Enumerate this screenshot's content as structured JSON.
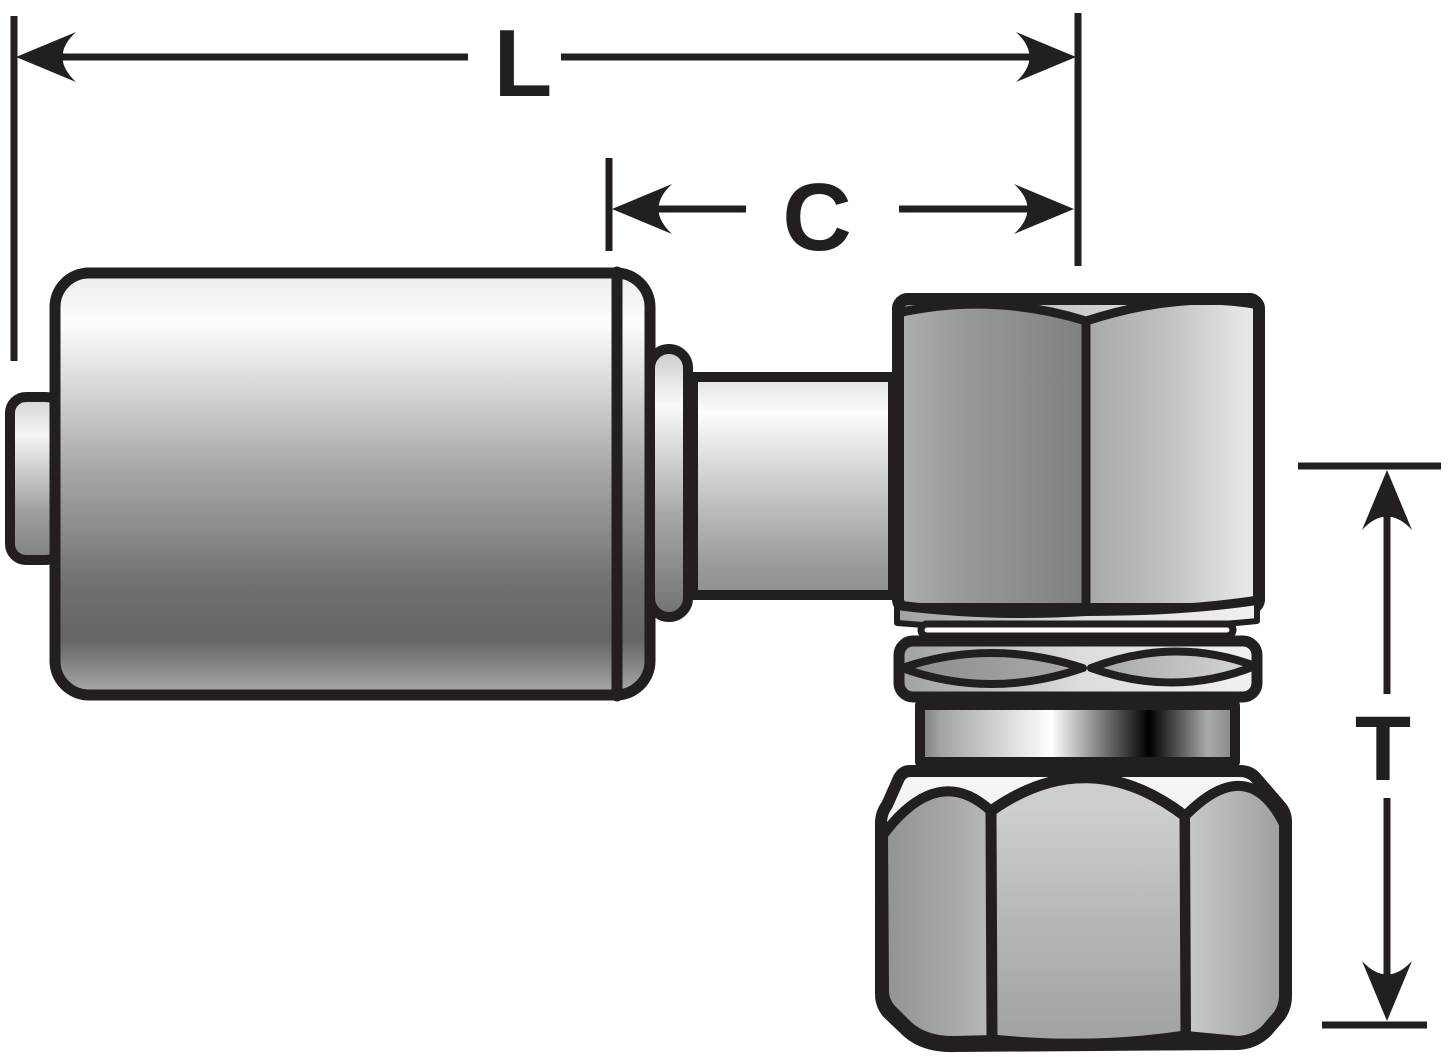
{
  "diagram": {
    "labels": {
      "overall_length": "L",
      "cutoff_length": "C",
      "drop_length": "T"
    },
    "colors": {
      "background": "#ffffff",
      "outline": "#231f20",
      "metal_bright": "#ffffff",
      "metal_light": "#e6e6e6",
      "metal_mid": "#aaabab",
      "metal_dark": "#6e7070"
    }
  }
}
